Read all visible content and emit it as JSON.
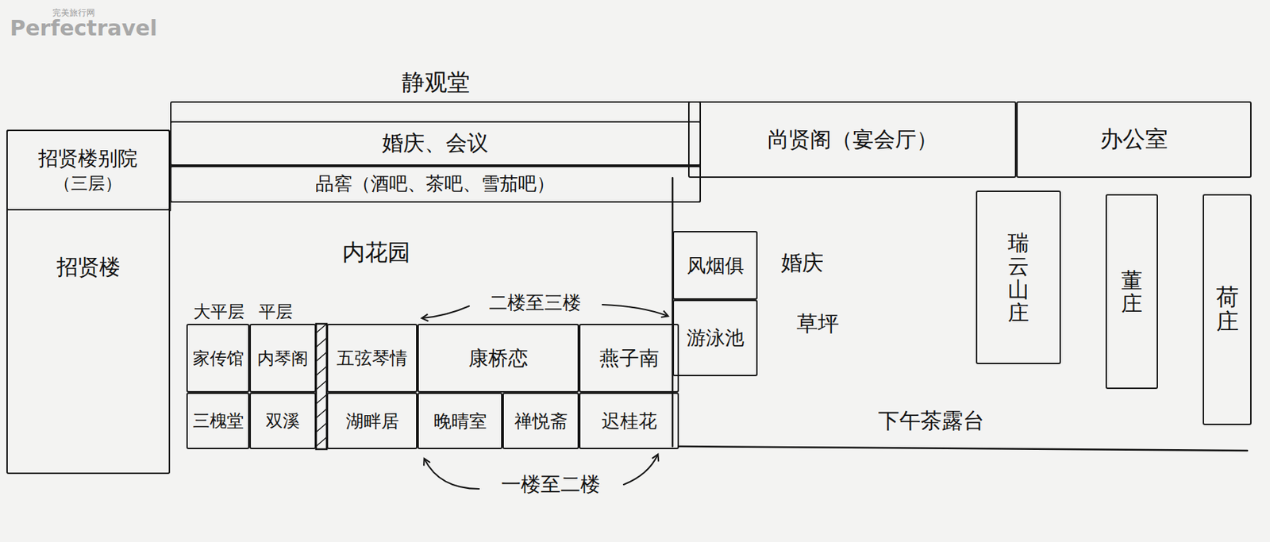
{
  "diagram": {
    "nodes": [
      {
        "text": [
          "招贤楼"
        ]
      },
      {
        "text": [
          "招贤楼别院",
          "（三层）"
        ],
        "in": 0
      },
      {
        "text": [
          "静观堂"
        ]
      },
      {
        "text": [
          "婚庆、会议"
        ],
        "in": 2
      },
      {
        "text": [
          "品窖（酒吧、茶吧、雪茄吧）"
        ],
        "in": 2
      },
      {
        "text": [
          "家传馆"
        ]
      },
      {
        "text": [
          "内琴阁"
        ]
      },
      {
        "text": [
          "五弦琴情"
        ]
      },
      {
        "text": [
          "康桥恋"
        ]
      },
      {
        "text": [
          "燕子南"
        ]
      },
      {
        "text": [
          "三槐堂"
        ]
      },
      {
        "text": [
          "双溪"
        ]
      },
      {
        "text": [
          "湖畔居"
        ]
      },
      {
        "text": [
          "晚晴室"
        ]
      },
      {
        "text": [
          "禅悦斋"
        ]
      },
      {
        "text": [
          "迟桂花"
        ]
      },
      {
        "text": [
          "尚贤阁（宴会厅）"
        ]
      },
      {
        "text": [
          "办公室"
        ]
      },
      {
        "text": [
          "风烟俱"
        ]
      },
      {
        "text": [
          "游泳池"
        ]
      },
      {
        "text": [
          "瑞云山庄"
        ]
      },
      {
        "text": [
          "董庄"
        ]
      },
      {
        "text": [
          "荷庄"
        ]
      }
    ],
    "labels": [
      "完美旅行网",
      "Perfectravel",
      "内花园",
      "大平层",
      "平层",
      "二楼至三楼",
      "一楼至二楼",
      "婚庆",
      "草坪",
      "下午茶露台"
    ]
  }
}
